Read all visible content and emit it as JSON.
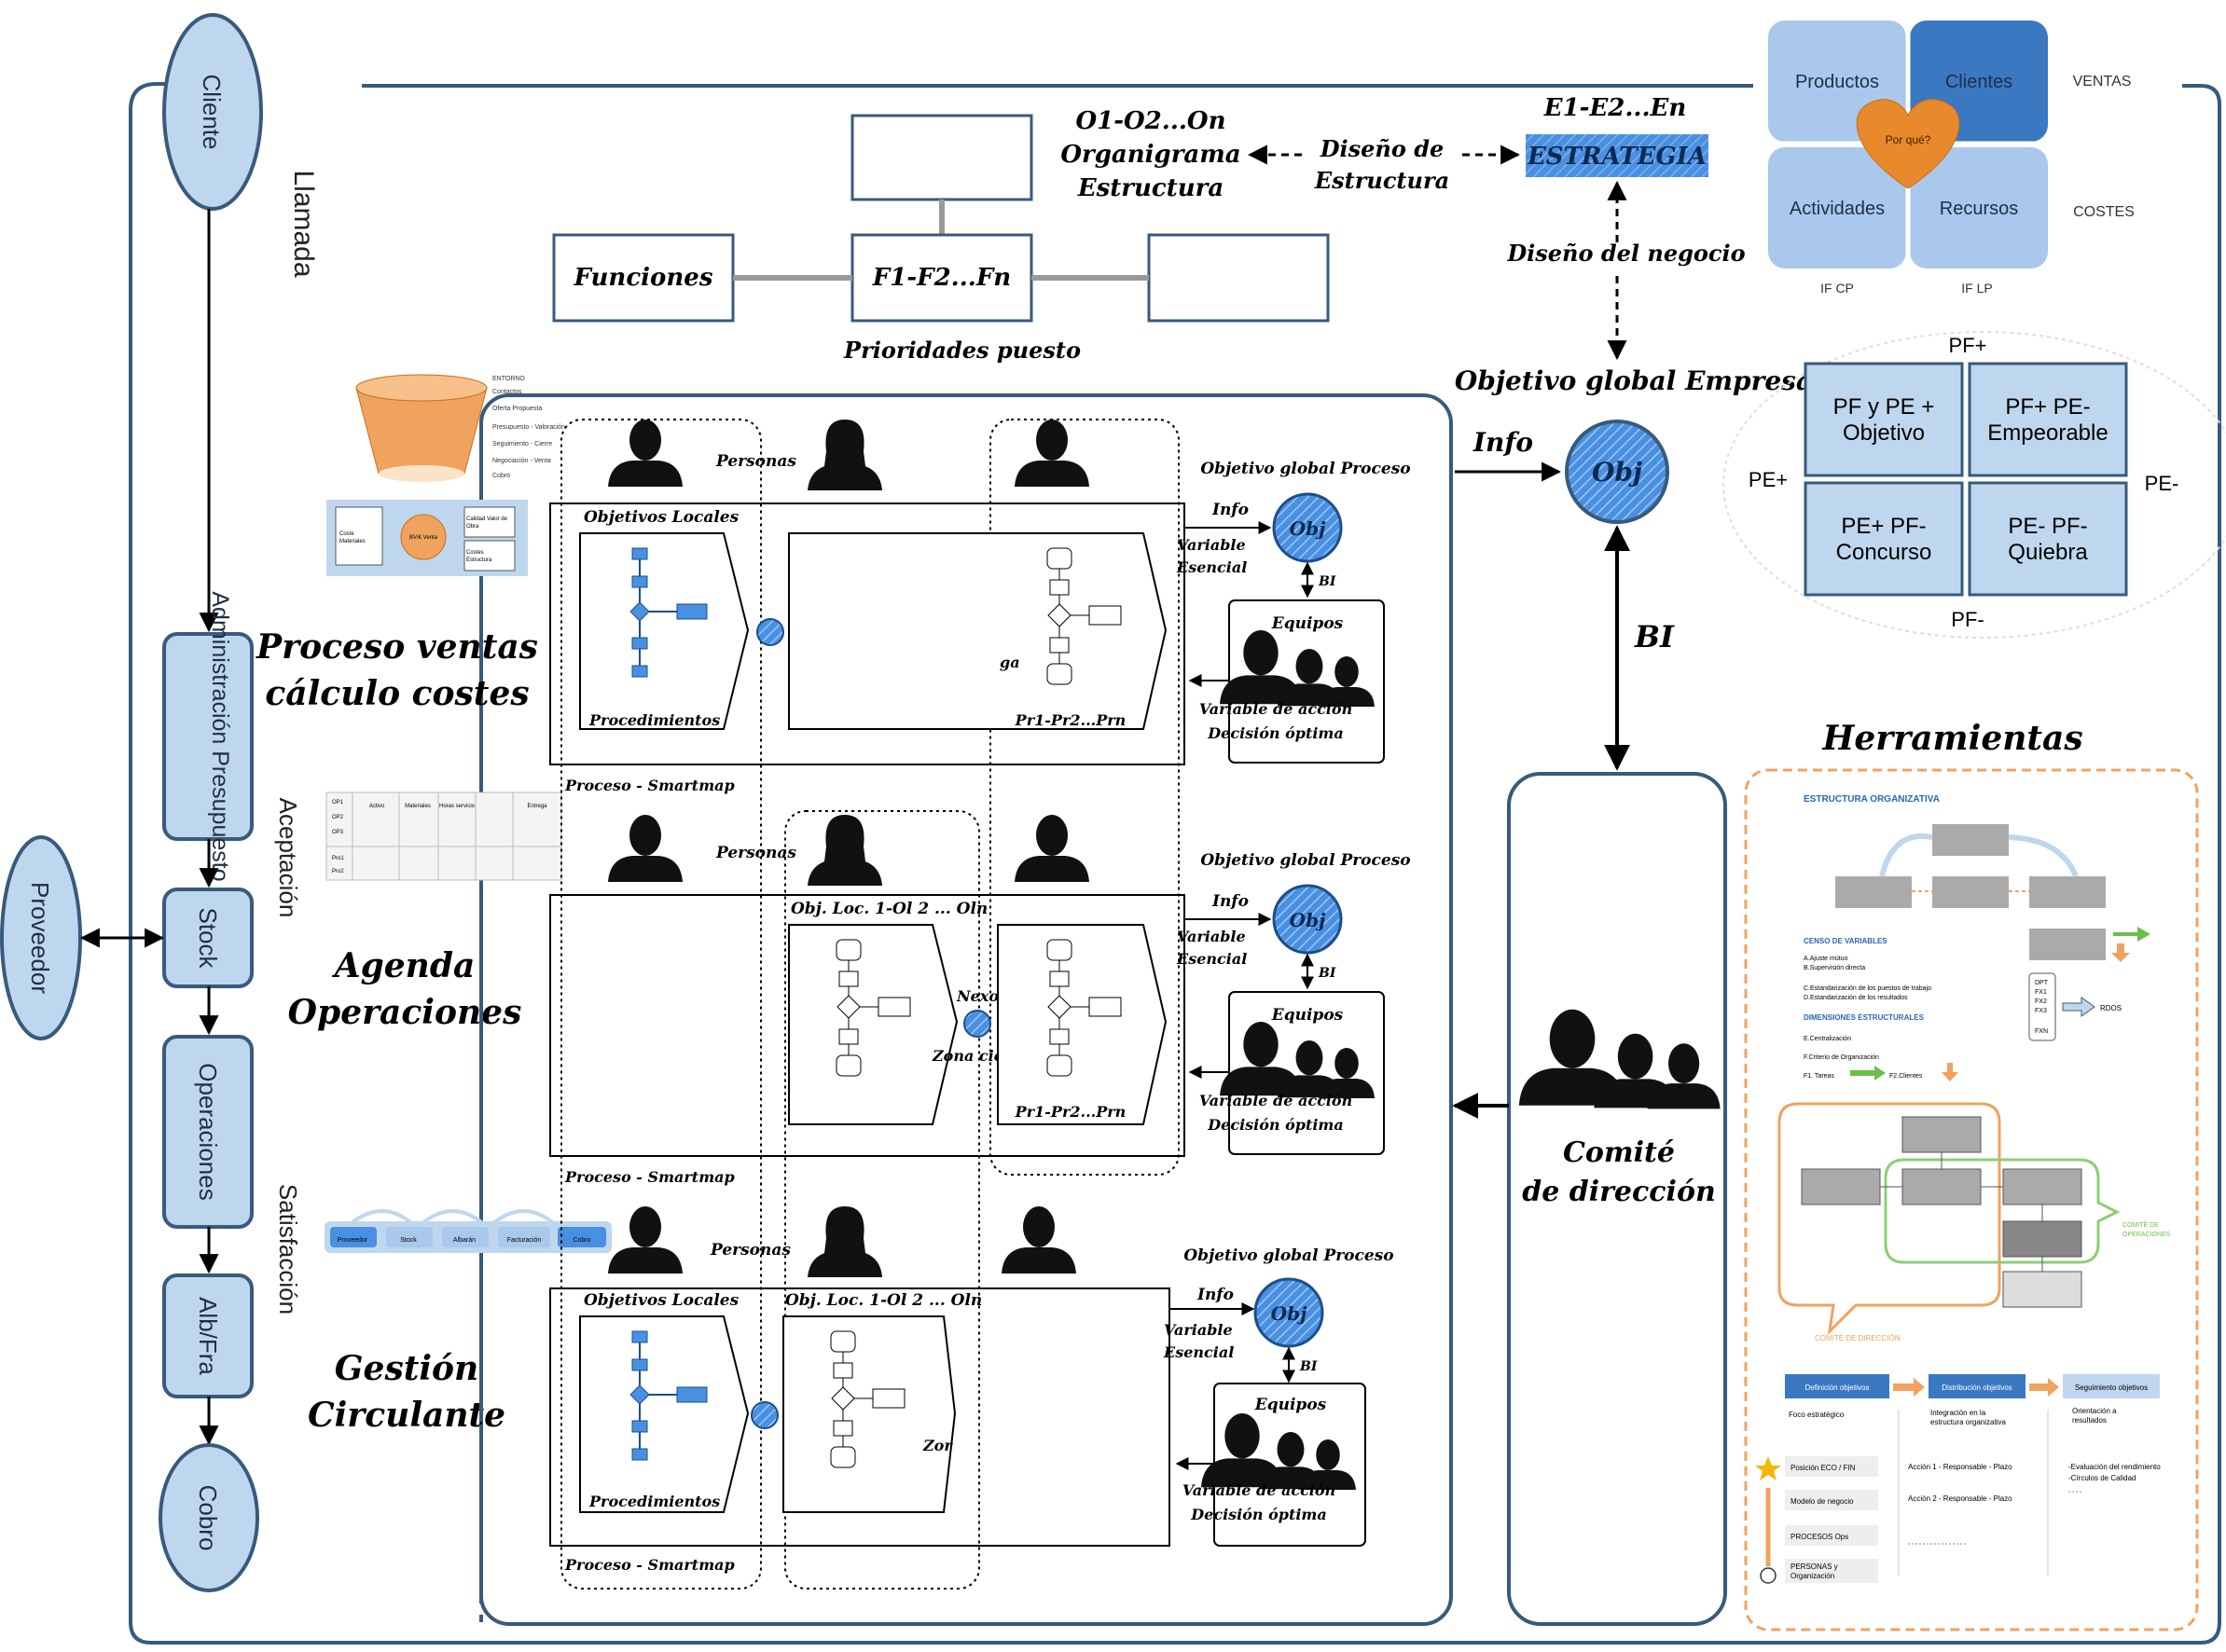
{
  "left_flow": {
    "cliente": "Cliente",
    "llamada": "Llamada",
    "admin_presupuesto": "Administración Presupuesto",
    "aceptacion": "Aceptación",
    "stock": "Stock",
    "operaciones": "Operaciones",
    "satisfaccion": "Satisfacción",
    "alb_fra": "Alb/Fra",
    "cobro": "Cobro",
    "proveedor": "Proveedor"
  },
  "top": {
    "funciones": "Funciones",
    "f_series": "F1-F2...Fn",
    "prioridades": "Prioridades puesto",
    "o_series": "O1-O2...On",
    "organigrama": "Organigrama",
    "estructura": "Estructura",
    "diseno_estructura_1": "Diseño de",
    "diseno_estructura_2": "Estructura",
    "e_series": "E1-E2...En",
    "estrategia": "ESTRATEGIA",
    "diseno_negocio": "Diseño del negocio",
    "objetivo_global_empresa": "Objetivo global Empresa",
    "info": "Info",
    "obj": "Obj",
    "bi": "BI"
  },
  "quadrant": {
    "productos": "Productos",
    "clientes": "Clientes",
    "actividades": "Actividades",
    "recursos": "Recursos",
    "por_que": "Por qué?",
    "ventas": "VENTAS",
    "costes": "COSTES",
    "if_cp": "IF CP",
    "if_lp": "IF LP"
  },
  "matrix": {
    "pf_plus": "PF+",
    "pf_minus": "PF-",
    "pe_plus": "PE+",
    "pe_minus": "PE-",
    "q1a": "PF y PE +",
    "q1b": "Objetivo",
    "q2a": "PF+ PE-",
    "q2b": "Empeorable",
    "q3a": "PE+ PF-",
    "q3b": "Concurso",
    "q4a": "PE- PF-",
    "q4b": "Quiebra"
  },
  "process_labels": {
    "ventas_1": "Proceso ventas",
    "ventas_2": "cálculo costes",
    "agenda_1": "Agenda",
    "agenda_2": "Operaciones",
    "gestion_1": "Gestión",
    "gestion_2": "Circulante"
  },
  "lanes": {
    "personas": "Personas",
    "objetivos_locales": "Objetivos Locales",
    "obj_loc": "Obj. Loc. 1-Ol 2 ... Oln",
    "procedimientos": "Procedimientos",
    "pr_series": "Pr1-Pr2...Prn",
    "objetivo_global_proceso": "Objetivo global Proceso",
    "info": "Info",
    "variable": "Variable",
    "esencial": "Esencial",
    "obj": "Obj",
    "bi": "BI",
    "equipos": "Equipos",
    "variable_accion": "Variable de acción",
    "decision_optima": "Decisión óptima",
    "proceso_smartmap": "Proceso - Smartmap",
    "nexo": "Nexo",
    "zona_ciega": "Zona ciega",
    "ciega_frag": "ga",
    "zona_frag": "Zor"
  },
  "comite": {
    "line1": "Comité",
    "line2": "de dirección"
  },
  "herramientas": {
    "title": "Herramientas",
    "estructura_organizativa": "ESTRUCTURA ORGANIZATIVA",
    "censo": "CENSO DE VARIABLES",
    "censo_a": "A.Ajuste mútuo",
    "censo_b": "B.Supervisión directa",
    "censo_c": "C.Estandarización de los puestos de trabajo",
    "censo_d": "D.Estandarización de los resultados",
    "dimensiones": "DIMENSIONES ESTRUCTURALES",
    "dim_e": "E.Centralización",
    "dim_f": "F.Criterio de Organización",
    "dim_f1": "F1. Tareas",
    "dim_f2": "F2.Clientes",
    "dpt": "DPT",
    "fx1": "FX1",
    "fx2": "FX2",
    "fx3": "FX3",
    "fxn": "FXN",
    "rdos": "RDOS",
    "comite_operaciones_1": "COMITÉ DE",
    "comite_operaciones_2": "OPERACIONES",
    "comite_direccion": "COMITÉ DE DIRECCIÓN",
    "def_obj": "Definición objetivos",
    "dist_obj": "Distribución objetivos",
    "seg_obj": "Seguimiento objetivos",
    "foco": "Foco estratégico",
    "integracion_1": "Integración en la",
    "integracion_2": "estructura organizativa",
    "orientacion_1": "Orientación a",
    "orientacion_2": "resultados",
    "posicion": "Posición ECO / FIN",
    "modelo": "Modelo de negocio",
    "procesos": "PROCESOS Ops",
    "personas_1": "PERSONAS y",
    "personas_2": "Organización",
    "accion1": "Acción 1 - Responsable - Plazo",
    "accion2": "Acción 2 - Responsable - Plazo",
    "eval": "-Evaluación del rendimiento",
    "circulos": "-Círculos de Calidad"
  },
  "thumbs": {
    "proveedor": "Proveedor",
    "stock": "Stock",
    "albaran": "Albarán",
    "facturacion": "Facturación",
    "cobro": "Cobro",
    "cols": [
      "Activo",
      "Materiales",
      "Horas servicio",
      "",
      "Entrega"
    ],
    "rows": [
      "OP1",
      "OP2",
      "OP3",
      "",
      "Pro1",
      "Pro2"
    ],
    "funnel_items": [
      "ENTORNO",
      "Contactos",
      "Oferta Propuesta",
      "Presupuesto - Valoración",
      "Seguimiento - Cierre",
      "Negociación - Venta",
      "Cobro"
    ],
    "costes_1": "Coste",
    "costes_2": "Materiales",
    "bv_1": "BV/€ Venta",
    "cal_1": "Calidad Valor de",
    "cal_2": "Obra",
    "ce_1": "Costes",
    "ce_2": "Estructura"
  },
  "colors": {
    "navy": "#385a7c",
    "box_blue": "#bfd7ee",
    "obj_blue": "#4a90e2",
    "tile_light": "#a9c8ec",
    "tile_dark": "#3a78c2",
    "heart": "#e8892b",
    "orange": "#f0a35e"
  }
}
